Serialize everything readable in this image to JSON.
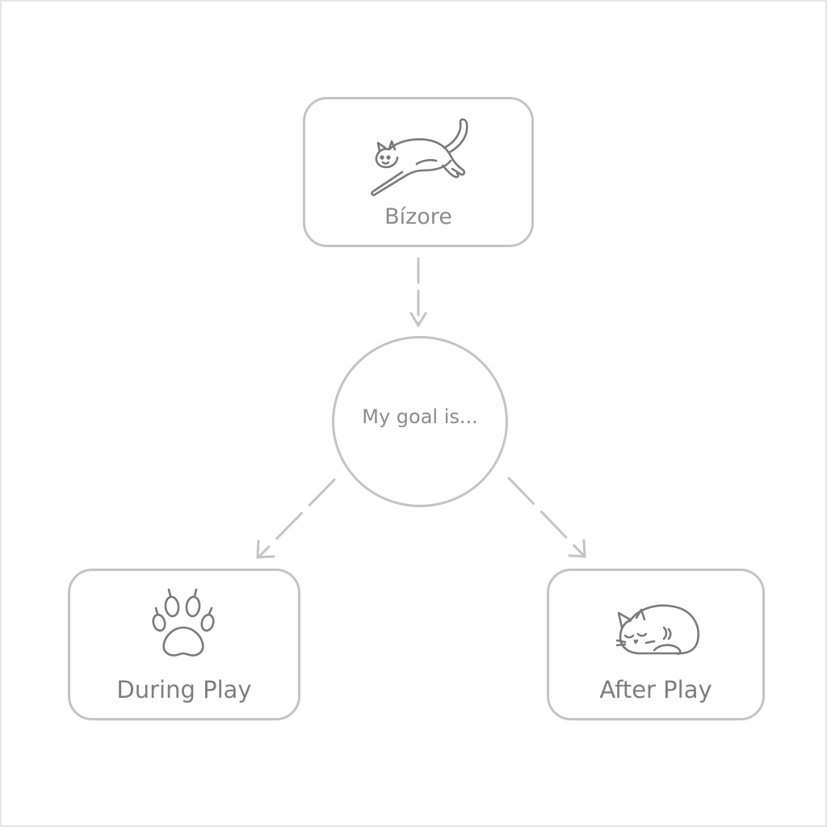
{
  "diagram": {
    "nodes": {
      "top": {
        "label": "Bízore",
        "icon": "leaping-cat-icon"
      },
      "center": {
        "label": "My goal is..."
      },
      "left": {
        "label": "During Play",
        "icon": "paw-print-icon"
      },
      "right": {
        "label": "After Play",
        "icon": "sleeping-cat-icon"
      }
    },
    "edges": [
      {
        "from": "top",
        "to": "center"
      },
      {
        "from": "center",
        "to": "left"
      },
      {
        "from": "center",
        "to": "right"
      }
    ]
  },
  "colors": {
    "background": "#ffffff",
    "stroke": "#c4c4c4",
    "text": "#8c8c8c",
    "icon": "#7a7a7a"
  }
}
